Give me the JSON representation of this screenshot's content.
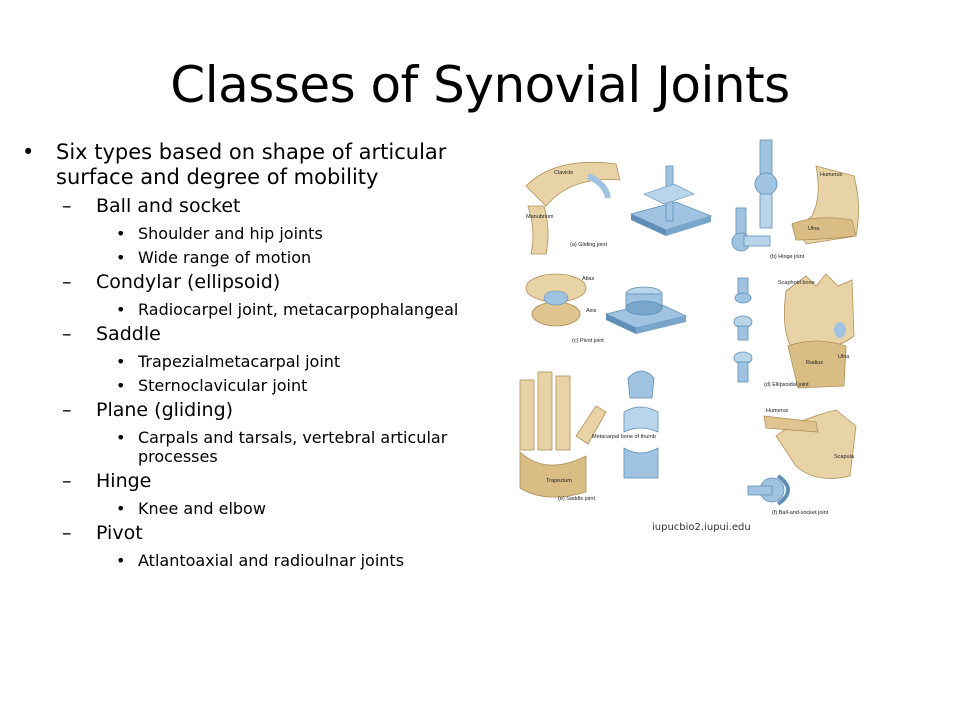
{
  "slide": {
    "title": "Classes of Synovial Joints",
    "bullets": [
      {
        "text": "Six types based on shape of articular surface and degree of mobility",
        "subs": [
          {
            "label": "Ball and socket",
            "items": [
              "Shoulder and hip joints",
              "Wide range of motion"
            ]
          },
          {
            "label": "Condylar (ellipsoid)",
            "items": [
              "Radiocarpel joint, metacarpophalangeal"
            ]
          },
          {
            "label": "Saddle",
            "items": [
              "Trapezialmetacarpal joint",
              "Sternoclavicular joint"
            ]
          },
          {
            "label": "Plane (gliding)",
            "items": [
              "Carpals and tarsals, vertebral articular processes"
            ]
          },
          {
            "label": "Hinge",
            "items": [
              "Knee and elbow"
            ]
          },
          {
            "label": "Pivot",
            "items": [
              "Atlantoaxial and radioulnar joints"
            ]
          }
        ]
      }
    ],
    "figure": {
      "labels": {
        "clavicle": "Clavicle",
        "manubrium": "Manubrium",
        "gliding": "(a) Gliding joint",
        "humerus_b": "Humerus",
        "ulna_b": "Ulna",
        "hinge": "(b) Hinge joint",
        "atlas": "Atlas",
        "axis": "Axis",
        "pivot": "(c) Pivot joint",
        "scaphoid": "Scaphoid bone",
        "radius": "Radius",
        "ulna_d": "Ulna",
        "ellipsoid": "(d) Ellipsoidal joint",
        "metacarpal": "Metacarpal bone of thumb",
        "trapezium": "Trapezium",
        "saddle": "(e) Saddle joint",
        "humerus_f": "Humerus",
        "scapula": "Scapula",
        "ballsocket": "(f) Ball-and-socket joint"
      },
      "colors": {
        "bone": "#e8d3a6",
        "bone_shadow": "#c9ab72",
        "model": "#9fc3e0",
        "model_dark": "#5f8fb8"
      }
    },
    "credit": "iupucbio2.iupui.edu"
  }
}
